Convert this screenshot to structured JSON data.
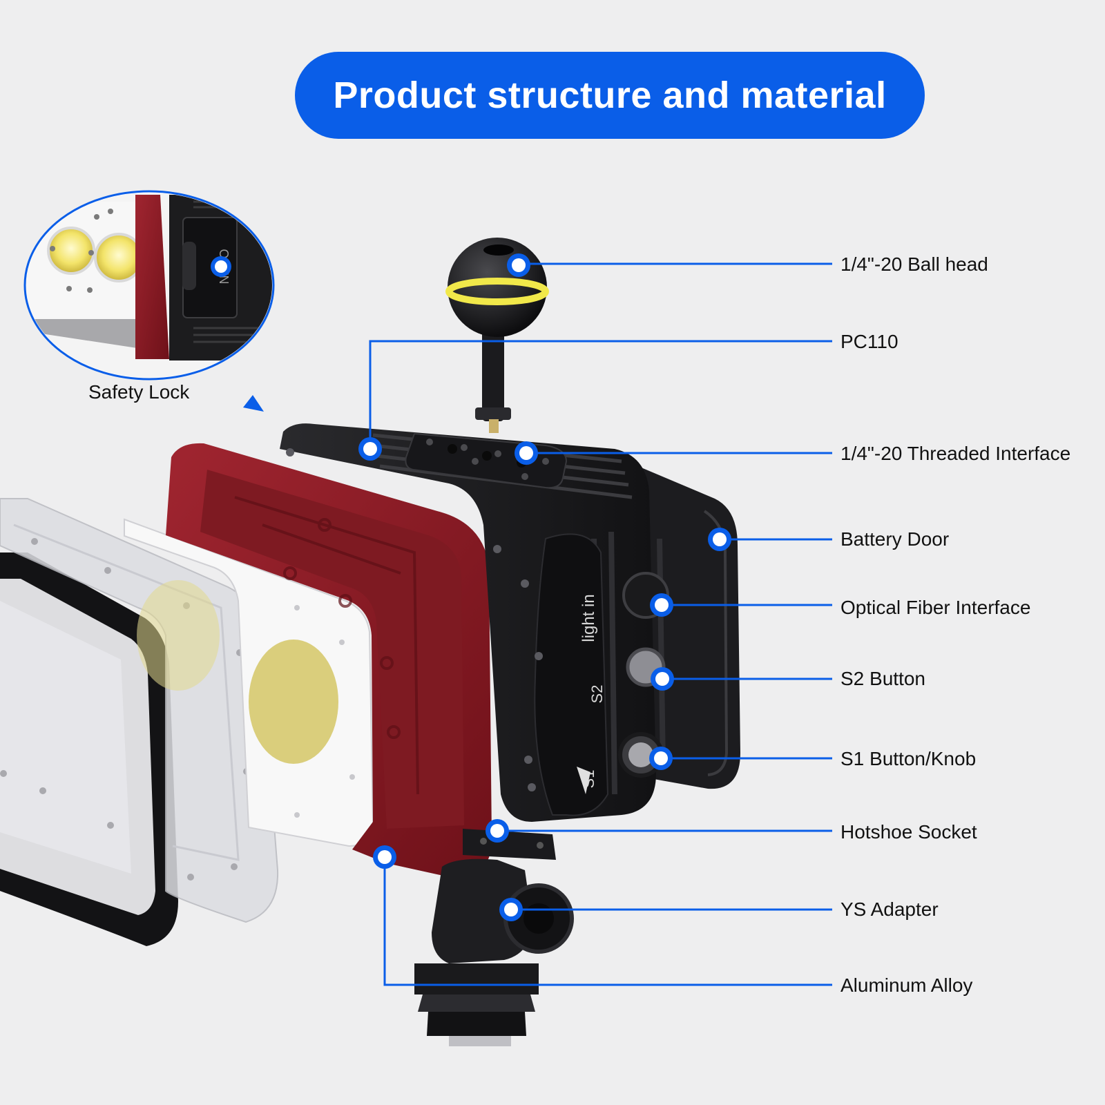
{
  "title": "Product structure and material",
  "inset": {
    "caption": "Safety Lock",
    "switch_text": "OPEN"
  },
  "housing_marks": {
    "port_label": "light in",
    "button_s2": "S2",
    "button_s1": "S1"
  },
  "callouts": [
    {
      "id": "ball-head",
      "label": "1/4\"-20 Ball head"
    },
    {
      "id": "pc110",
      "label": "PC110"
    },
    {
      "id": "threaded-interface",
      "label": "1/4\"-20 Threaded Interface"
    },
    {
      "id": "battery-door",
      "label": "Battery Door"
    },
    {
      "id": "optical-fiber-interface",
      "label": "Optical Fiber Interface"
    },
    {
      "id": "s2-button",
      "label": "S2 Button"
    },
    {
      "id": "s1-button-knob",
      "label": "S1 Button/Knob"
    },
    {
      "id": "hotshoe-socket",
      "label": "Hotshoe Socket"
    },
    {
      "id": "ys-adapter",
      "label": "YS Adapter"
    },
    {
      "id": "aluminum-alloy",
      "label": "Aluminum Alloy"
    }
  ],
  "colors": {
    "accent_blue": "#0a5ee8",
    "housing_red": "#8a1d26",
    "housing_black": "#1b1b1d",
    "background": "#eeeeef"
  }
}
